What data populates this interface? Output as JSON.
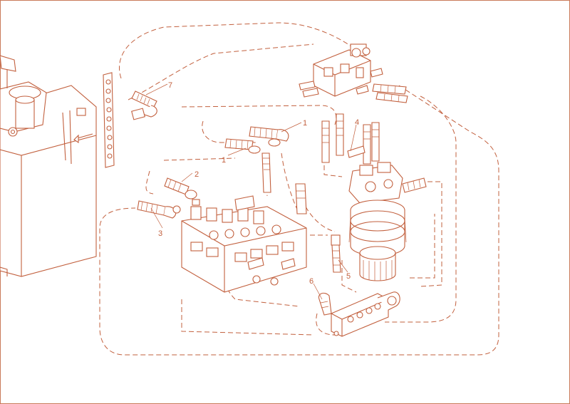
{
  "diagram": {
    "callouts": [
      "1",
      "1",
      "2",
      "3",
      "4",
      "5",
      "6",
      "7"
    ],
    "line_color": "#c2603e"
  }
}
